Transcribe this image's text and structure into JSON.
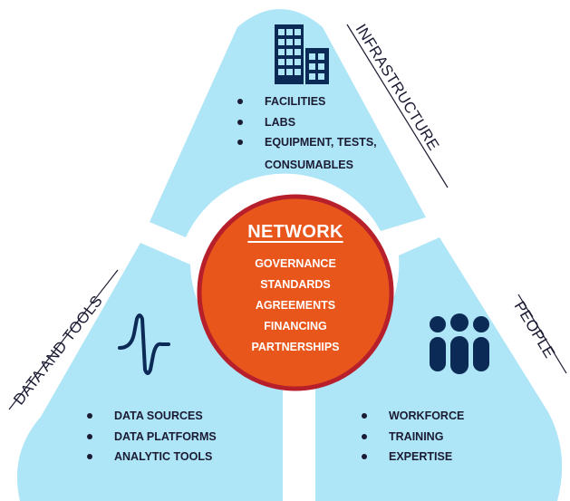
{
  "colors": {
    "lobe": "#aee5f7",
    "circle_fill": "#e8561c",
    "circle_ring": "#b71f2b",
    "icon": "#0b2a55",
    "text": "#1b1b33",
    "divider": "#1b1b33"
  },
  "network": {
    "title": "NETWORK",
    "items": [
      "GOVERNANCE",
      "STANDARDS",
      "AGREEMENTS",
      "FINANCING",
      "PARTNERSHIPS"
    ]
  },
  "infrastructure": {
    "label": "INFRASTRUCTURE",
    "icon": "buildings-icon",
    "items": [
      "FACILITIES",
      "LABS",
      "EQUIPMENT, TESTS,",
      "CONSUMABLES"
    ]
  },
  "data_tools": {
    "label": "DATA AND TOOLS",
    "icon": "signal-wave-icon",
    "items": [
      "DATA SOURCES",
      "DATA PLATFORMS",
      "ANALYTIC TOOLS"
    ]
  },
  "people": {
    "label": "PEOPLE",
    "icon": "people-group-icon",
    "items": [
      "WORKFORCE",
      "TRAINING",
      "EXPERTISE"
    ]
  }
}
